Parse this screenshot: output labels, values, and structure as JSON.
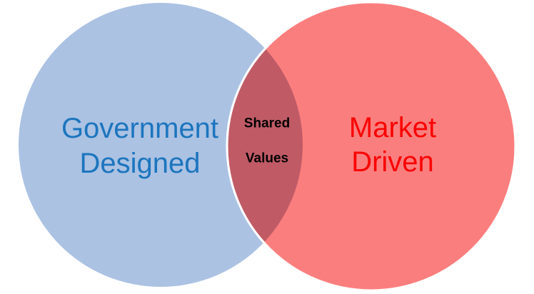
{
  "diagram": {
    "type": "venn",
    "background_color": "#FFFFFF",
    "left_circle": {
      "lines": [
        "Government",
        "Designed"
      ],
      "fill": "#ABC2E3",
      "text_color": "#1C75BE"
    },
    "right_circle": {
      "lines": [
        "Market",
        "Driven"
      ],
      "fill": "#FB7E7E",
      "text_color": "#FB0101"
    },
    "overlap": {
      "lines": [
        "Shared",
        "Values"
      ],
      "fill": "#C05B66",
      "text_color": "#000000",
      "outline_color": "#FFFFFF"
    }
  }
}
